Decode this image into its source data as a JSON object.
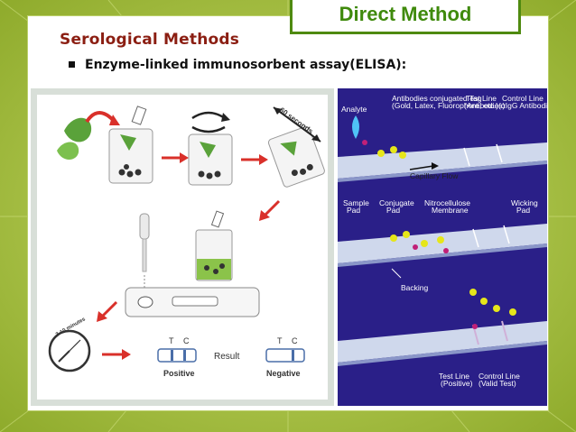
{
  "slide": {
    "title": "Direct Method",
    "section_title": "Serological Methods",
    "bullet": "Enzyme-linked immunosorbent assay(ELISA):"
  },
  "left_figure": {
    "timer_label": "60 seconds",
    "minutes_label": "3-10 minutes",
    "result_label": "Result",
    "positive_label": "Positive",
    "negative_label": "Negative",
    "t_label": "T",
    "c_label": "C"
  },
  "right_figure": {
    "analyte": "Analyte",
    "conj_tag_1": "Antibodies conjugated Tag",
    "conj_tag_2": "(Gold, Latex, Fluorophore, etc.)",
    "test_line_1": "Test Line",
    "test_line_2": "(Antibodies)",
    "control_line_1": "Control Line",
    "control_line_2": "(αIgG Antibodies)",
    "capillary_flow": "Capillary Flow",
    "sample_pad_1": "Sample",
    "sample_pad_2": "Pad",
    "conjugate_pad_1": "Conjugate",
    "conjugate_pad_2": "Pad",
    "nitro_1": "Nitrocellulose",
    "nitro_2": "Membrane",
    "wicking_1": "Wicking",
    "wicking_2": "Pad",
    "backing": "Backing",
    "bottom_test_1": "Test Line",
    "bottom_test_2": "(Positive)",
    "bottom_control_1": "Control Line",
    "bottom_control_2": "(Valid Test)"
  },
  "colors": {
    "background": "#a9c23f",
    "title_green": "#3f8a0c",
    "section_red": "#8b1e12",
    "right_panel": "#2a1f88",
    "arrow_red": "#d9302a"
  }
}
